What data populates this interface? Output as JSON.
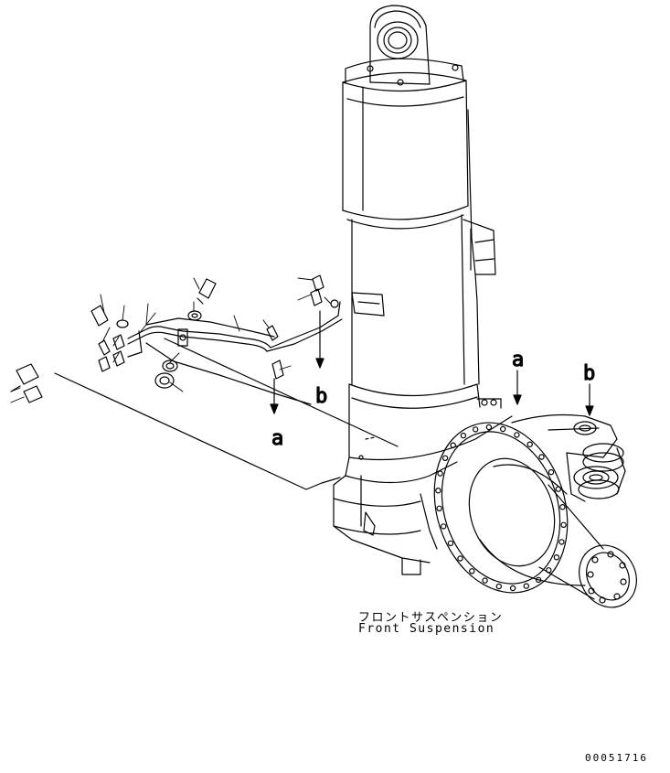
{
  "caption": {
    "japanese": "フロントサスペンション",
    "english": "Front Suspension"
  },
  "reference_labels": {
    "a_left": "a",
    "b_left": "b",
    "a_right": "a",
    "b_right": "b"
  },
  "drawing_code": "00051716"
}
